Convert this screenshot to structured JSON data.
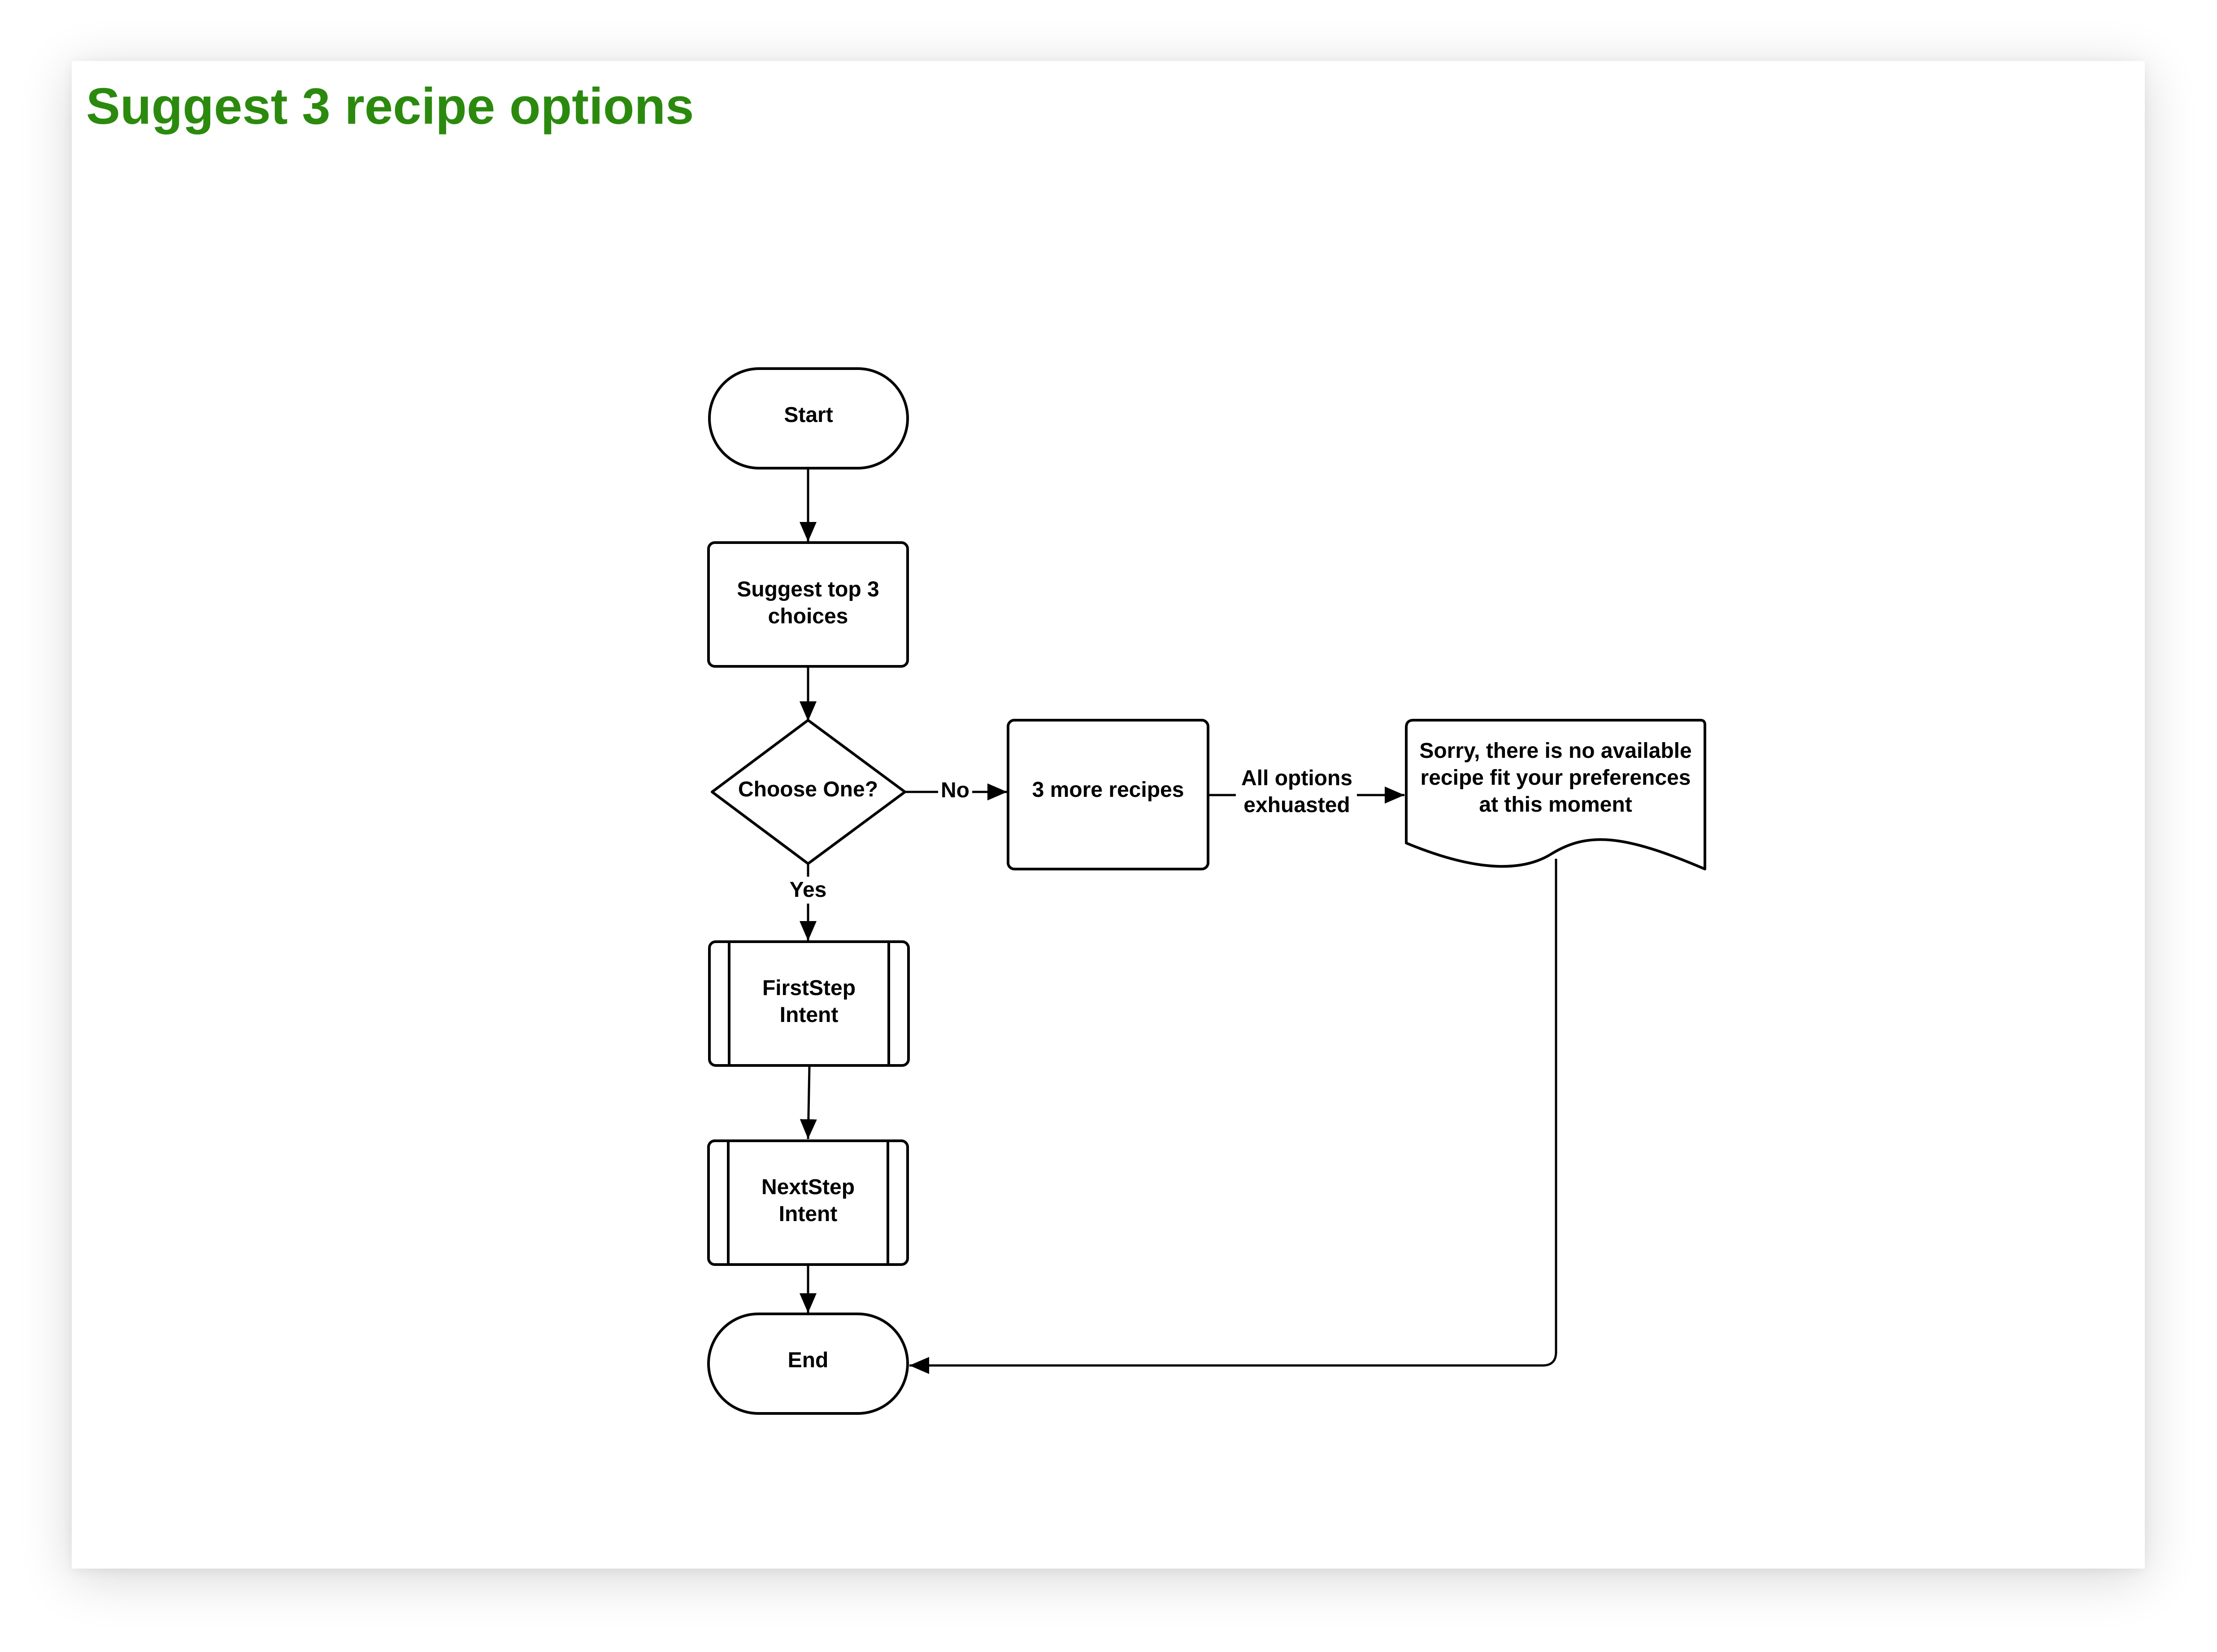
{
  "title": "Suggest 3 recipe options",
  "colors": {
    "title": "#2b8a0e",
    "stroke": "#000000",
    "fill": "#ffffff"
  },
  "nodes": {
    "start": "Start",
    "suggest": [
      "Suggest top 3",
      "choices"
    ],
    "decision": "Choose One?",
    "first_step": [
      "FirstStep",
      "Intent"
    ],
    "next_step": [
      "NextStep",
      "Intent"
    ],
    "end": "End",
    "more_recipes": "3 more recipes",
    "sorry": [
      "Sorry, there is no available",
      "recipe fit your preferences",
      "at this moment"
    ]
  },
  "edges": {
    "no": "No",
    "yes": "Yes",
    "exhausted": [
      "All options",
      "exhuasted"
    ]
  }
}
